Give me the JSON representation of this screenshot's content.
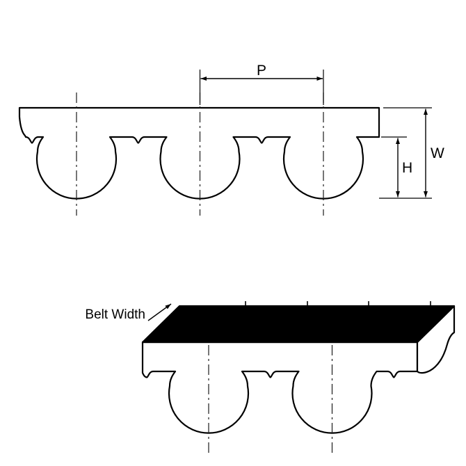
{
  "labels": {
    "pitch": "P",
    "belt_thickness": "W",
    "tooth_height": "H",
    "belt_width": "Belt Width"
  },
  "colors": {
    "line": "#000000",
    "belt_fill": "#ffffff",
    "top_face": "#000000",
    "background": "#ffffff"
  }
}
